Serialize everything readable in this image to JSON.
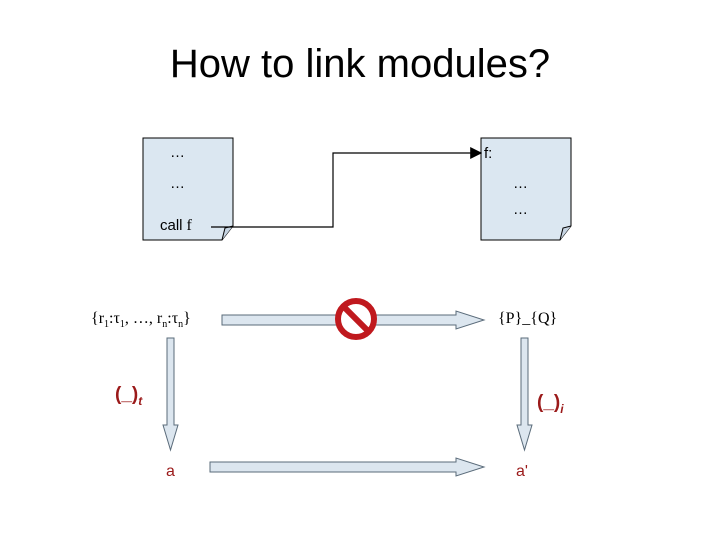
{
  "title": "How to link modules?",
  "left_page": {
    "line1": "…",
    "line2": "…",
    "call_keyword": "call",
    "call_target": "f"
  },
  "right_page": {
    "header": "f:",
    "line1": "…",
    "line2": "…"
  },
  "left_spec": {
    "r1": "r",
    "r1_sub": "1",
    "t1": "τ",
    "t1_sub": "1",
    "mid": ", …, r",
    "rn_sub": "n",
    "tn": "τ",
    "tn_sub": "n"
  },
  "right_spec": "{P}_{Q}",
  "left_translation": {
    "text": "(_)",
    "sub": "t"
  },
  "right_translation": {
    "text": "(_)",
    "sub": "i"
  },
  "left_result": "a",
  "right_result": "a'",
  "colors": {
    "arrow_fill": "#dce6ef",
    "arrow_stroke": "#5a6b7a",
    "prohibit_red": "#c0191e",
    "label_red": "#9b1a1a",
    "page_fill": "#dbe7f1"
  },
  "icons": {
    "prohibited": "no-entry-icon"
  }
}
